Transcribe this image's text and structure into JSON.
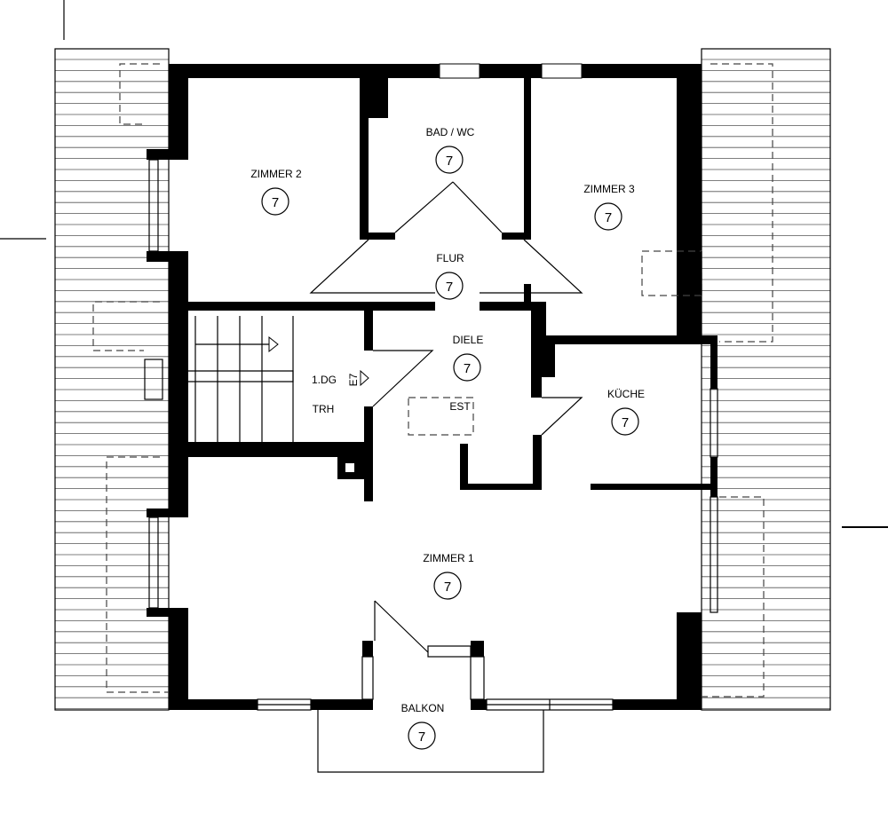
{
  "title": "1.DG floor plan",
  "rooms": {
    "zimmer2": {
      "label": "ZIMMER 2",
      "number": "7"
    },
    "bad": {
      "label": "BAD / WC",
      "number": "7"
    },
    "zimmer3": {
      "label": "ZIMMER 3",
      "number": "7"
    },
    "flur": {
      "label": "FLUR",
      "number": "7"
    },
    "diele": {
      "label": "DIELE",
      "number": "7"
    },
    "kueche": {
      "label": "KÜCHE",
      "number": "7"
    },
    "zimmer1": {
      "label": "ZIMMER 1",
      "number": "7"
    },
    "balkon": {
      "label": "BALKON",
      "number": "7"
    }
  },
  "stair": {
    "level": "1.DG",
    "trh": "TRH",
    "code": "E7"
  },
  "est": "EST"
}
